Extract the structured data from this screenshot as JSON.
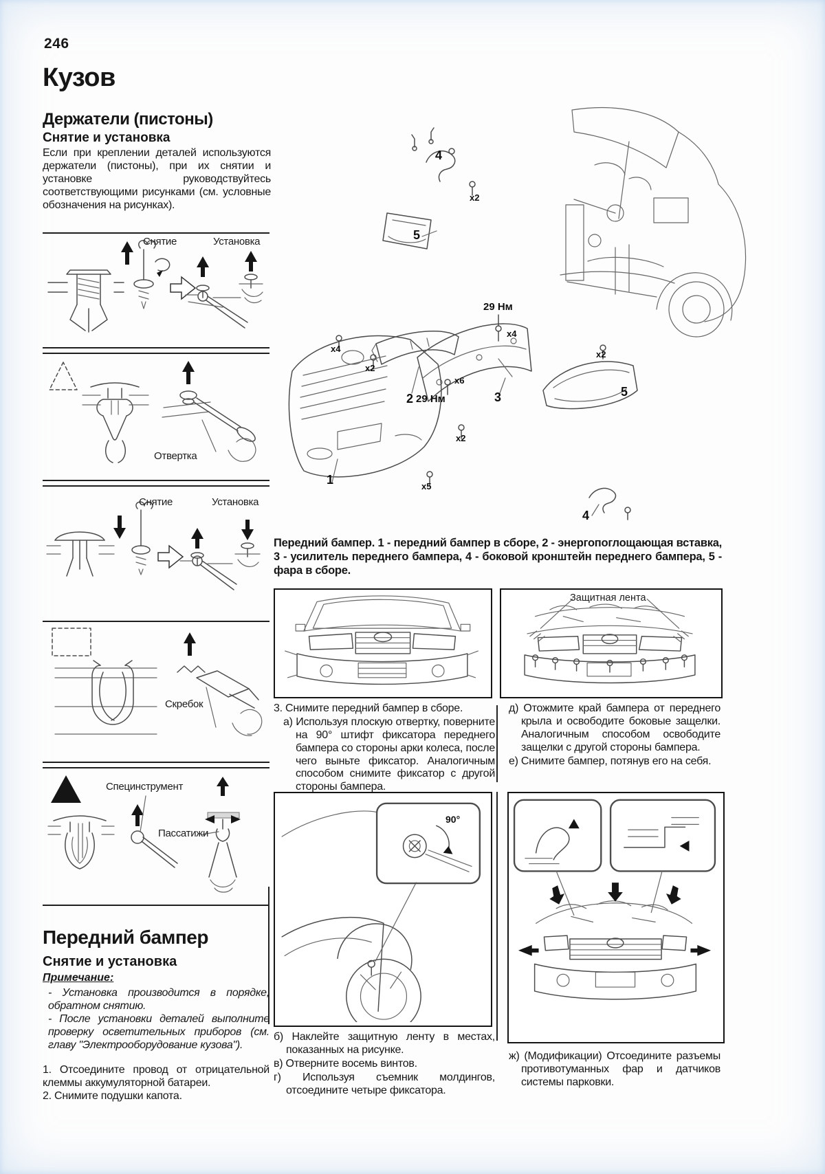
{
  "page": {
    "number": "246",
    "title": "Кузов"
  },
  "holders_section": {
    "title": "Держатели (пистоны)",
    "subtitle": "Снятие и установка",
    "intro": "Если при креплении деталей используются держатели (пистоны), при их снятии и установке руководствуйтесь соответствующими рисунками (см. условные обозначения на рисунках).",
    "box1": {
      "removal": "Снятие",
      "install": "Установка"
    },
    "box2": {
      "tool": "Отвертка"
    },
    "box3": {
      "removal": "Снятие",
      "install": "Установка"
    },
    "box4": {
      "tool": "Скребок"
    },
    "box5": {
      "tool1": "Специнструмент",
      "tool2": "Пассатижи"
    }
  },
  "diagram": {
    "caption": "Передний бампер. 1 - передний бампер в сборе, 2 - энергопоглощающая вставка, 3 - усилитель переднего бампера, 4 - боковой кронштейн переднего бампера, 5 - фара в сборе.",
    "callouts": [
      {
        "text": "4"
      },
      {
        "text": "х2"
      },
      {
        "text": "5"
      },
      {
        "text": "29 Нм"
      },
      {
        "text": "х4"
      },
      {
        "text": "х4"
      },
      {
        "text": "х2"
      },
      {
        "text": "2"
      },
      {
        "text": "х6"
      },
      {
        "text": "29 Нм"
      },
      {
        "text": "3"
      },
      {
        "text": "х2"
      },
      {
        "text": "5"
      },
      {
        "text": "х2"
      },
      {
        "text": "1"
      },
      {
        "text": "х5"
      },
      {
        "text": "4"
      }
    ]
  },
  "mid_panels": {
    "tape_label": "Защитная лента"
  },
  "inset": {
    "angle_label": "90°"
  },
  "steps": {
    "step3": "3. Снимите передний бампер в сборе.",
    "step3a": "а) Используя плоскую отвертку, поверните на 90° штифт фиксатора переднего бампера со стороны арки колеса, после чего выньте фиксатор. Аналогичным способом снимите фиксатор с другой стороны бампера.",
    "step_d": "д) Отожмите край бампера от переднего крыла и освободите боковые защелки. Аналогичным способом освободите защелки с другой стороны бампера.",
    "step_e": "е) Снимите бампер, потянув его на себя.",
    "step_b": "б) Наклейте защитную ленту в местах, показанных на рисунке.",
    "step_v": "в) Отверните восемь винтов.",
    "step_g": "г) Используя съемник молдингов, отсоедините четыре фиксатора.",
    "step_zh": "ж) (Модификации) Отсоедините разъемы противотуманных фар и датчиков системы парковки."
  },
  "bumper_section": {
    "title": "Передний бампер",
    "subtitle": "Снятие и установка",
    "note_label": "Примечание:",
    "note1": "- Установка производится в порядке, обратном снятию.",
    "note2": "- После установки деталей выполните проверку осветительных приборов (см. главу \"Электрооборудование кузова\").",
    "step1": "1. Отсоедините провод от отрицательной клеммы аккумуляторной батареи.",
    "step2": "2. Снимите подушки капота."
  }
}
